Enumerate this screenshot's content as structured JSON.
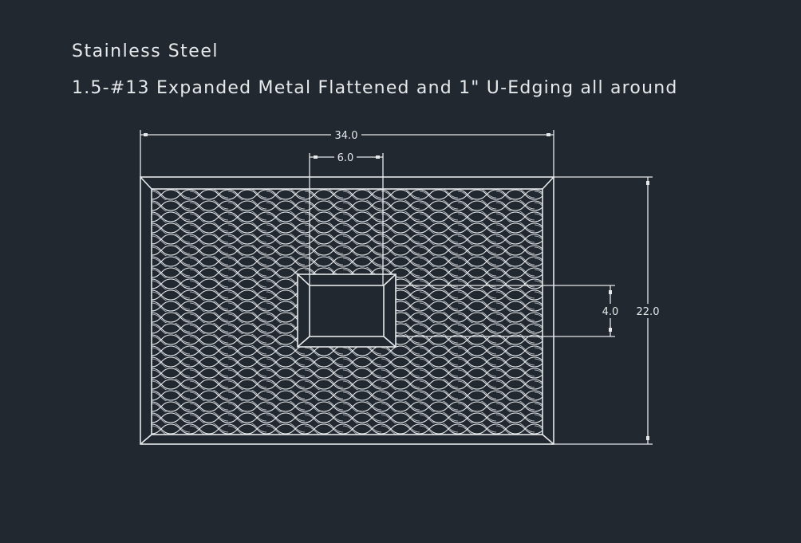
{
  "title": "Stainless Steel",
  "subtitle": "1.5-#13 Expanded Metal Flattened and 1\" U-Edging all around",
  "dimensions": {
    "overall_width": "34.0",
    "overall_height": "22.0",
    "opening_width": "6.0",
    "opening_height": "4.0"
  },
  "colors": {
    "background": "#212830",
    "lines": "#e6e8ea"
  }
}
